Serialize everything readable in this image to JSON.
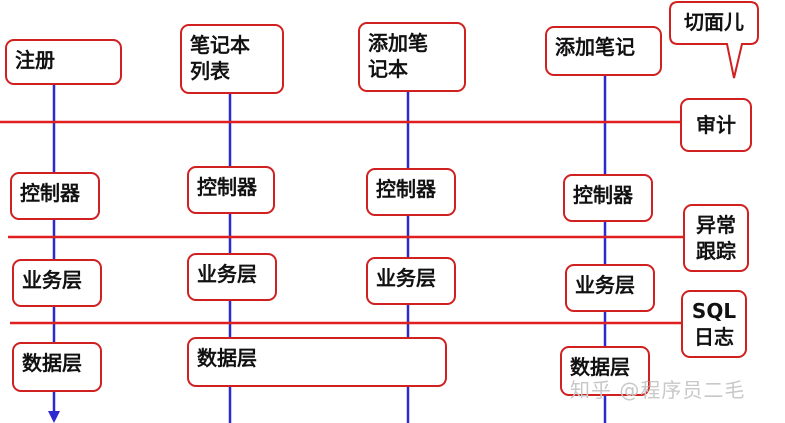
{
  "columns": [
    {
      "header": "注册",
      "layers": [
        "控制器",
        "业务层",
        "数据层"
      ]
    },
    {
      "header": "笔记本\n列表",
      "layers": [
        "控制器",
        "业务层",
        "数据层"
      ]
    },
    {
      "header": "添加笔\n记本",
      "layers": [
        "控制器",
        "业务层"
      ]
    },
    {
      "header": "添加笔记",
      "layers": [
        "控制器",
        "业务层",
        "数据层"
      ]
    }
  ],
  "callout": "切面儿",
  "aspects": [
    {
      "label": "审计"
    },
    {
      "label": "异常\n跟踪"
    },
    {
      "label": "SQL\n日志"
    }
  ],
  "watermark": "知乎 @程序员二毛",
  "colors": {
    "box_border": "#d02020",
    "aspect_line": "#e02020",
    "lifeline": "#2a2ad0",
    "watermark": "#c8c8c8"
  },
  "icons": {
    "lifeline_end": "arrow-down-icon"
  }
}
